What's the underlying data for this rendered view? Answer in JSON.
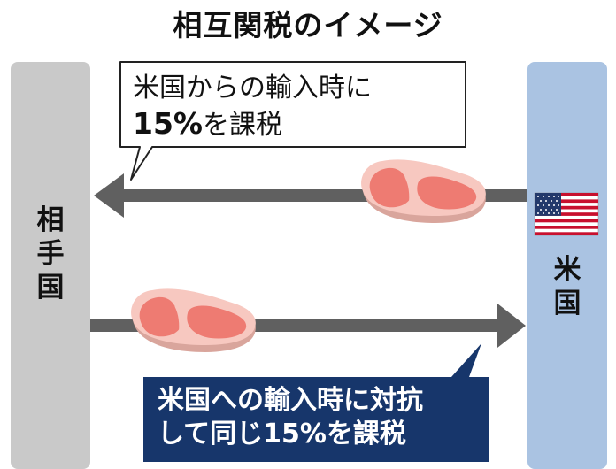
{
  "title": "相互関税のイメージ",
  "left_column": {
    "chars": [
      "相",
      "手",
      "国"
    ]
  },
  "right_column": {
    "chars": [
      "米",
      "国"
    ]
  },
  "top_callout": {
    "line1": "米国からの輸入時に",
    "line2_bold": "15%",
    "line2_rest": "を課税"
  },
  "bottom_callout": {
    "line1": "米国への輸入時に対抗",
    "line2": "して同じ15%を課税"
  },
  "icons": [
    "us-flag-icon",
    "meat-icon",
    "arrow-left-icon",
    "arrow-right-icon"
  ],
  "colors": {
    "left_column": "#c9c9c9",
    "right_column": "#aac3e2",
    "arrow": "#606060",
    "callout_bottom": "#17366b",
    "meat": "#ee7b72",
    "meat_fat": "#f7c8c0"
  }
}
